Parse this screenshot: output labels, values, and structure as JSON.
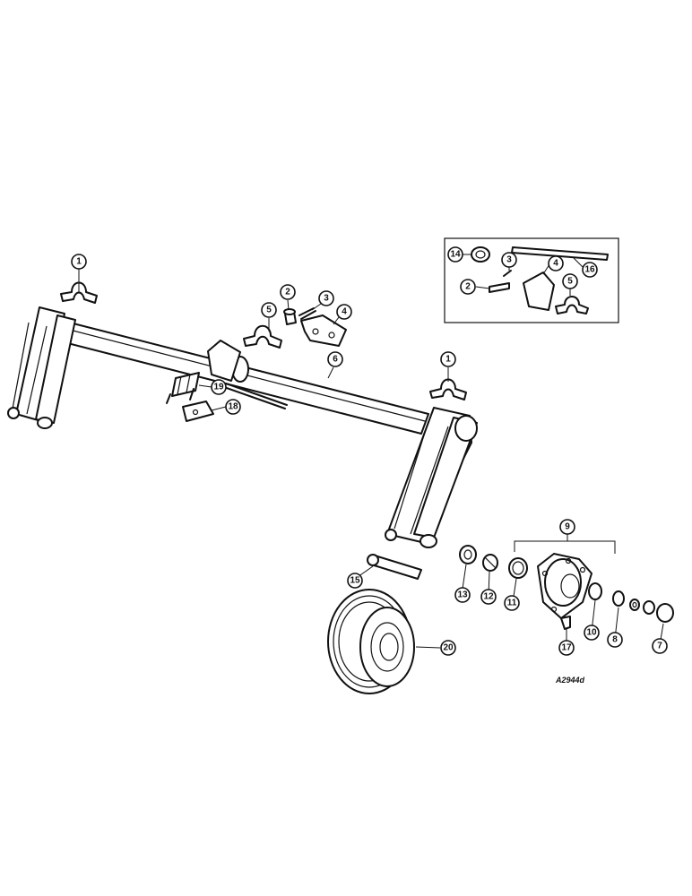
{
  "callouts": {
    "c1a": "1",
    "c1b": "1",
    "c2a": "2",
    "c2b": "2",
    "c3a": "3",
    "c3b": "3",
    "c4a": "4",
    "c4b": "4",
    "c5a": "5",
    "c5b": "5",
    "c6": "6",
    "c7": "7",
    "c8": "8",
    "c9": "9",
    "c10": "10",
    "c11": "11",
    "c12": "12",
    "c13": "13",
    "c14": "14",
    "c15": "15",
    "c16": "16",
    "c17": "17",
    "c18": "18",
    "c19": "19",
    "c20": "20"
  },
  "reference_code": "A2944d"
}
